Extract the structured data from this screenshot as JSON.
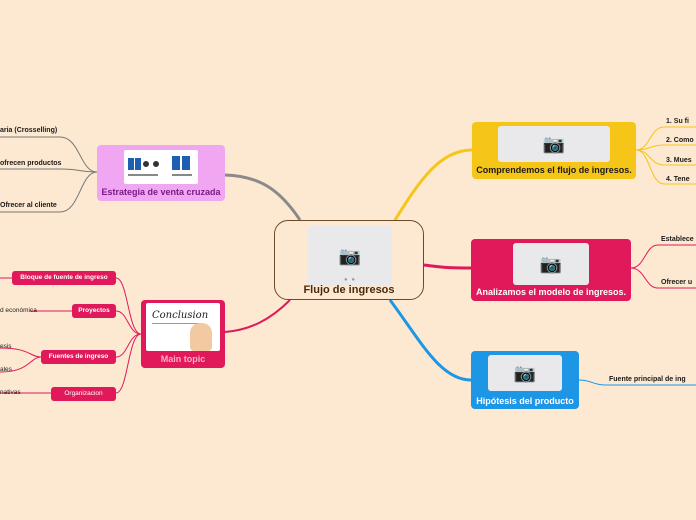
{
  "central": {
    "label": "Flujo de ingresos"
  },
  "right": {
    "yellow": {
      "label": "Comprendemos el flujo de ingresos.",
      "color": "#f5c518",
      "children": [
        "1. Su fi",
        "2. Como",
        "3. Mues",
        "4. Tene"
      ]
    },
    "pink": {
      "label": "Analizamos el modelo de ingresos.",
      "color": "#e0195a",
      "children": [
        "Establece",
        "Ofrecer u"
      ]
    },
    "blue": {
      "label": "Hipótesis del producto",
      "color": "#1e96e6",
      "children": [
        "Fuente principal de ing"
      ]
    }
  },
  "left": {
    "lilac": {
      "label": "Estrategia de venta cruzada",
      "color": "#f0a6f0",
      "children": [
        "aria (Crosselling)",
        "ofrecen productos",
        "Ofrecer al cliente"
      ]
    },
    "maintopic": {
      "label": "Main topic",
      "image_text": "Conclusion",
      "children": [
        "Bloque de fuente de ingreso",
        "Proyectos",
        "Fuentes de ingreso",
        "Organizacion"
      ],
      "leaf_texts": [
        "d económica",
        "esis",
        "ales",
        "nativas"
      ]
    }
  },
  "colors": {
    "background": "#fde9d1",
    "central_border": "#6b4a2a",
    "line_yellow": "#f5c518",
    "line_pink": "#e0195a",
    "line_blue": "#1e96e6",
    "line_gray": "#8a8a8a"
  },
  "icons": {
    "image_placeholder": "camera-icon"
  }
}
